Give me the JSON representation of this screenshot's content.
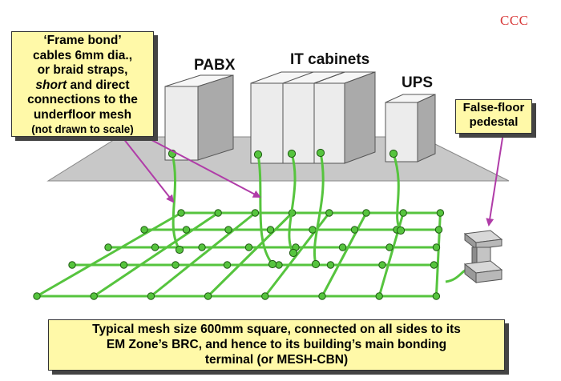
{
  "logo": "CCC",
  "equipment_labels": {
    "pabx": "PABX",
    "it_cabinets": "IT cabinets",
    "ups": "UPS"
  },
  "callouts": {
    "frame_bond": {
      "line1": "‘Frame bond’",
      "line2": "cables 6mm dia.,",
      "line3": "or braid straps,",
      "line4_em": "short",
      "line4_rest": " and direct",
      "line5": "connections to the",
      "line6": "underfloor mesh",
      "line7": "(not drawn to scale)"
    },
    "pedestal": {
      "line1": "False-floor",
      "line2": "pedestal"
    },
    "mesh": {
      "line1": "Typical mesh size 600mm square, connected on all sides to its",
      "line2": "EM Zone’s BRC, and hence to its building’s main bonding",
      "line3": "terminal (or MESH-CBN)"
    }
  },
  "colors": {
    "mesh": "#56c43e",
    "node": "#56c43e",
    "arrow": "#b03ca8",
    "floor": "#c8c8c8",
    "cabinet_front": "#ececec",
    "cabinet_side": "#aaaaaa",
    "callout_bg": "#fff9a8",
    "logo": "#d83a3a"
  }
}
